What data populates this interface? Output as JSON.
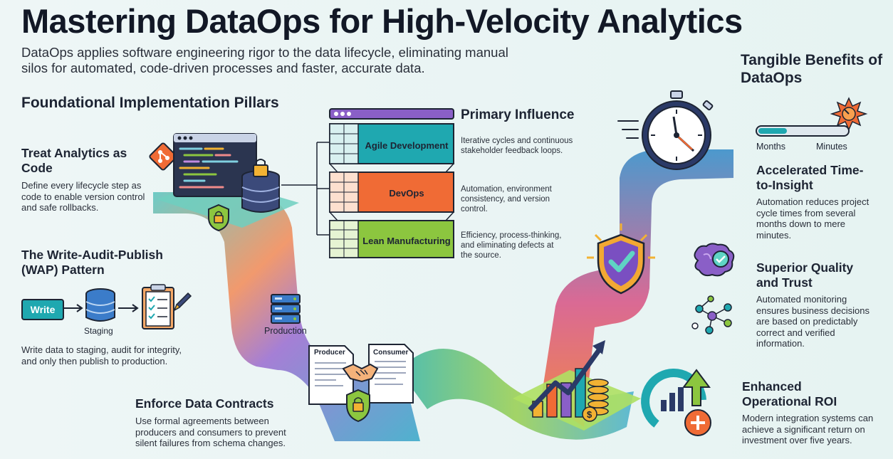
{
  "title": "Mastering DataOps for High-Velocity Analytics",
  "intro": "DataOps applies software engineering rigor to the data lifecycle, eliminating manual silos for automated, code-driven processes and faster, accurate data.",
  "pillars_heading": "Foundational Implementation Pillars",
  "pillars": {
    "analytics_code": {
      "title": "Treat Analytics as Code",
      "body": "Define every lifecycle step as code to enable version control and safe rollbacks."
    },
    "wap": {
      "title": "The Write-Audit-Publish (WAP) Pattern",
      "write_label": "Write",
      "staging_label": "Staging",
      "body": "Write data to staging, audit for integrity, and only then publish to production."
    },
    "contracts": {
      "title": "Enforce Data Contracts",
      "body": "Use formal agreements between producers and consumers to prevent silent failures from schema changes.",
      "producer": "Producer",
      "consumer": "Consumer"
    },
    "production_label": "Production"
  },
  "influence": {
    "heading": "Primary Influence",
    "items": [
      {
        "label": "Agile Development",
        "body": "Iterative cycles and continuous stakeholder feedback loops.",
        "color": "#1fa8b0"
      },
      {
        "label": "DevOps",
        "body": "Automation, environment consistency, and version control.",
        "color": "#f06b35"
      },
      {
        "label": "Lean Manufacturing",
        "body": "Efficiency, process-thinking, and eliminating defects at the source.",
        "color": "#8cc63f"
      }
    ]
  },
  "benefits": {
    "heading": "Tangible Benefits of DataOps",
    "gauge_left": "Months",
    "gauge_right": "Minutes",
    "items": [
      {
        "title": "Accelerated Time-to-Insight",
        "body": "Automation reduces project cycle times from several months down to mere minutes."
      },
      {
        "title": "Superior Quality and Trust",
        "body": "Automated monitoring ensures business decisions are based on predictably correct and verified information."
      },
      {
        "title": "Enhanced Operational ROI",
        "body": "Modern integration systems can achieve a significant return on investment over five years."
      }
    ]
  },
  "colors": {
    "teal": "#1fa8b0",
    "orange": "#f06b35",
    "green": "#8cc63f",
    "purple": "#8a5fc7",
    "navy": "#2b3a67",
    "gold": "#f2b233"
  }
}
